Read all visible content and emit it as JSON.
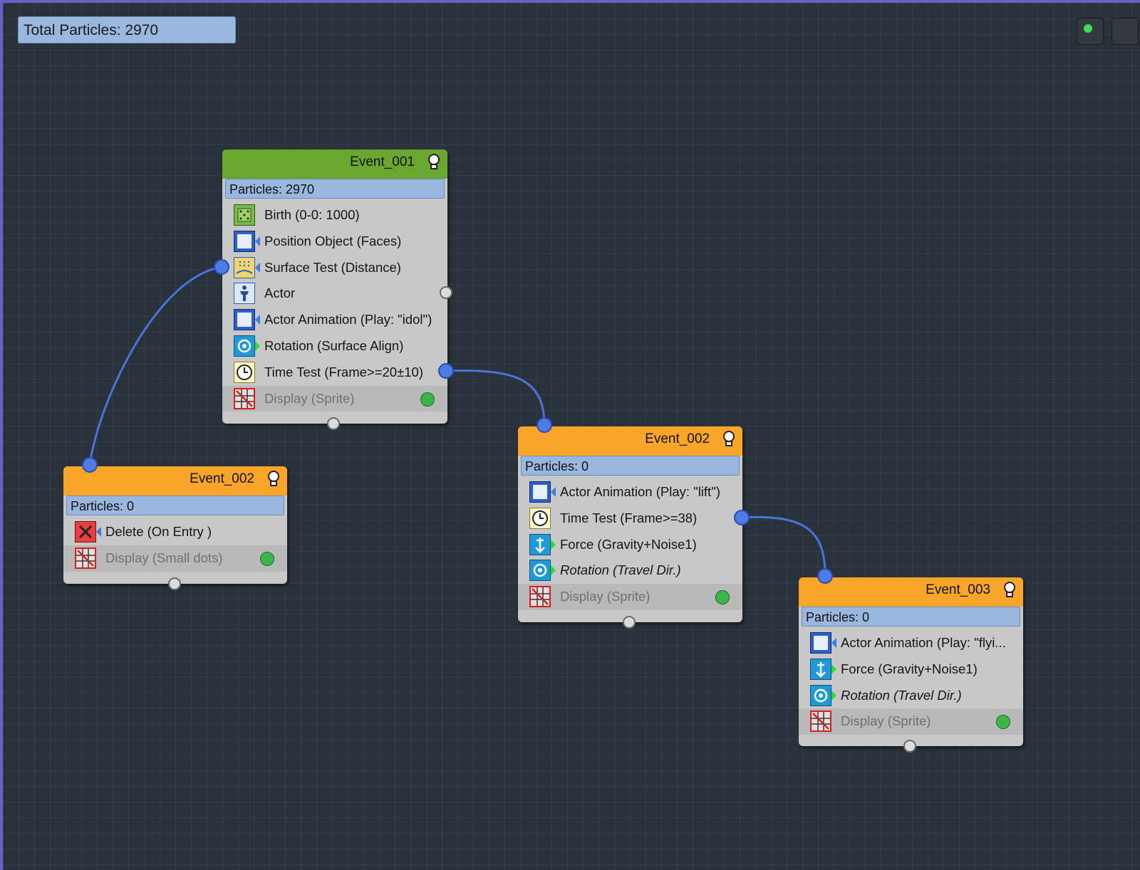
{
  "total_particles_label": "Total Particles: 2970",
  "status_indicator": {
    "icon": "green-light-icon",
    "color": "#3ddd55"
  },
  "events": [
    {
      "name": "Event_001",
      "header_color": "#6aa72f",
      "particles": "Particles: 2970",
      "operators": [
        {
          "label": "Birth (0-0: 1000)",
          "icon": "birth-icon"
        },
        {
          "label": "Position Object (Faces)",
          "icon": "position-object-icon"
        },
        {
          "label": "Surface Test (Distance)",
          "icon": "surface-test-icon"
        },
        {
          "label": "Actor",
          "icon": "actor-icon"
        },
        {
          "label": "Actor Animation (Play: \"idol\")",
          "icon": "actor-animation-icon"
        },
        {
          "label": "Rotation (Surface Align)",
          "icon": "rotation-icon"
        },
        {
          "label": "Time Test (Frame>=20±10)",
          "icon": "clock-icon"
        },
        {
          "label": "Display (Sprite)",
          "icon": "display-icon"
        }
      ]
    },
    {
      "name": "Event_002",
      "header_color": "#f9a52a",
      "particles": "Particles: 0",
      "operators": [
        {
          "label": "Delete (On Entry )",
          "icon": "delete-icon"
        },
        {
          "label": "Display (Small dots)",
          "icon": "display-icon"
        }
      ]
    },
    {
      "name": "Event_002",
      "header_color": "#f9a52a",
      "particles": "Particles: 0",
      "operators": [
        {
          "label": "Actor Animation (Play: \"lift\")",
          "icon": "actor-animation-icon"
        },
        {
          "label": "Time Test (Frame>=38)",
          "icon": "clock-icon"
        },
        {
          "label": "Force (Gravity+Noise1)",
          "icon": "force-icon"
        },
        {
          "label": "Rotation (Travel Dir.)",
          "icon": "rotation-icon"
        },
        {
          "label": "Display (Sprite)",
          "icon": "display-icon"
        }
      ]
    },
    {
      "name": "Event_003",
      "header_color": "#f9a52a",
      "particles": "Particles: 0",
      "operators": [
        {
          "label": "Actor Animation (Play: \"flyi...",
          "icon": "actor-animation-icon"
        },
        {
          "label": "Force (Gravity+Noise1)",
          "icon": "force-icon"
        },
        {
          "label": "Rotation (Travel Dir.)",
          "icon": "rotation-icon"
        },
        {
          "label": "Display (Sprite)",
          "icon": "display-icon"
        }
      ]
    }
  ]
}
